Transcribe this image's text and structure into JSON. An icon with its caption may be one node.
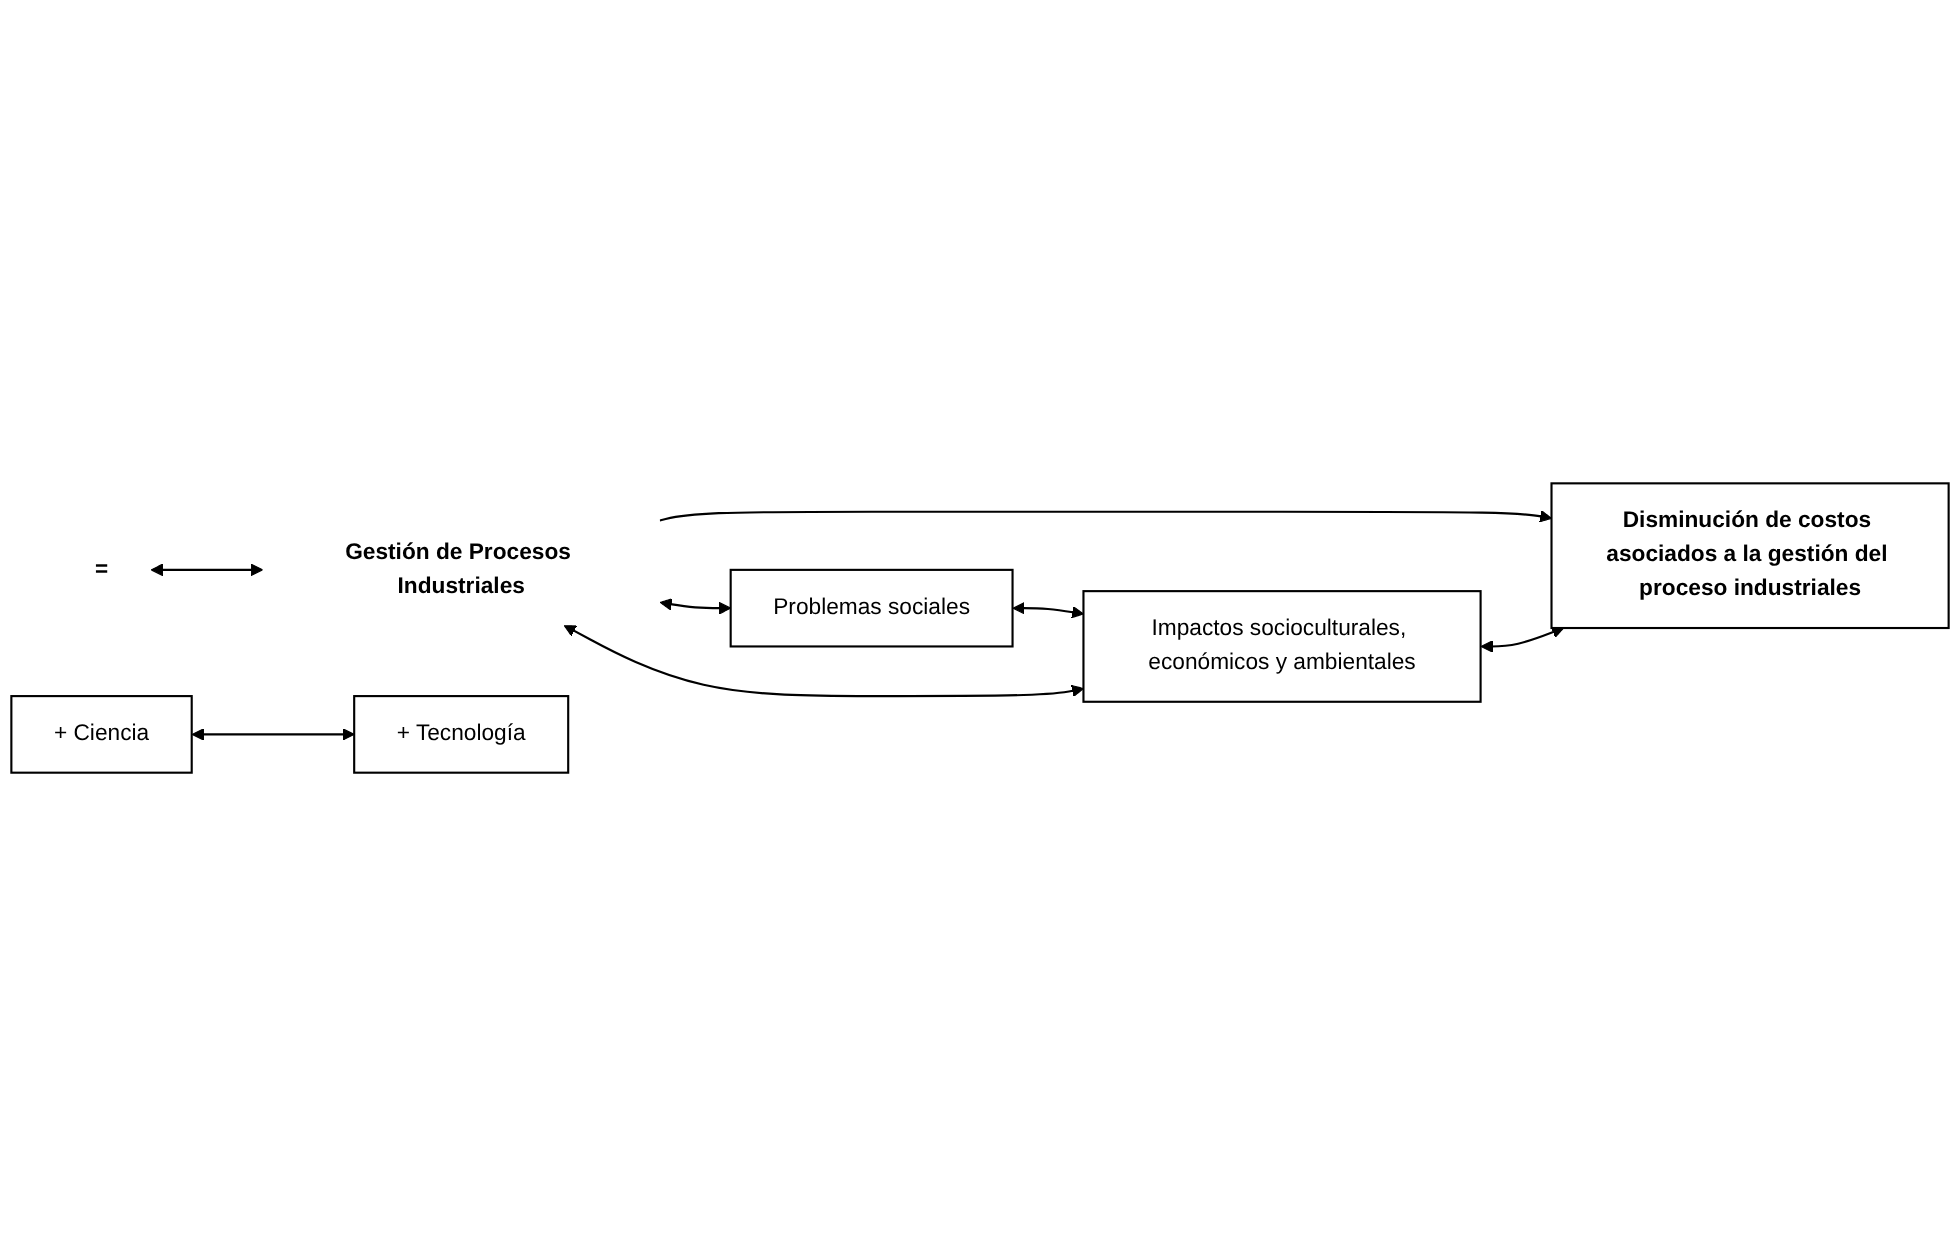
{
  "diagram": {
    "nodes": [
      {
        "text": [
          "+ Ciencia"
        ]
      },
      {
        "text": [
          "="
        ]
      },
      {
        "text": [
          "Gestión de Procesos Industriales"
        ]
      },
      {
        "text": [
          "+ Tecnología"
        ]
      },
      {
        "text": [
          "Problemas sociales"
        ]
      },
      {
        "text": [
          "Impactos socioculturales, económicos y ambientales"
        ]
      },
      {
        "text": [
          "Disminución de costos asociados a la gestión del proceso industriales"
        ]
      }
    ],
    "edges": [
      {
        "from": 0,
        "to": 3,
        "arrow": "both"
      },
      {
        "from": 1,
        "to": 2,
        "arrow": "both"
      },
      {
        "from": 2,
        "to": 4,
        "arrow": "both"
      },
      {
        "from": 4,
        "to": 5,
        "arrow": "both"
      },
      {
        "from": 2,
        "to": 5,
        "arrow": "both"
      },
      {
        "from": 2,
        "to": 6,
        "arrow": "to"
      },
      {
        "from": 5,
        "to": 6,
        "arrow": "both"
      }
    ]
  }
}
